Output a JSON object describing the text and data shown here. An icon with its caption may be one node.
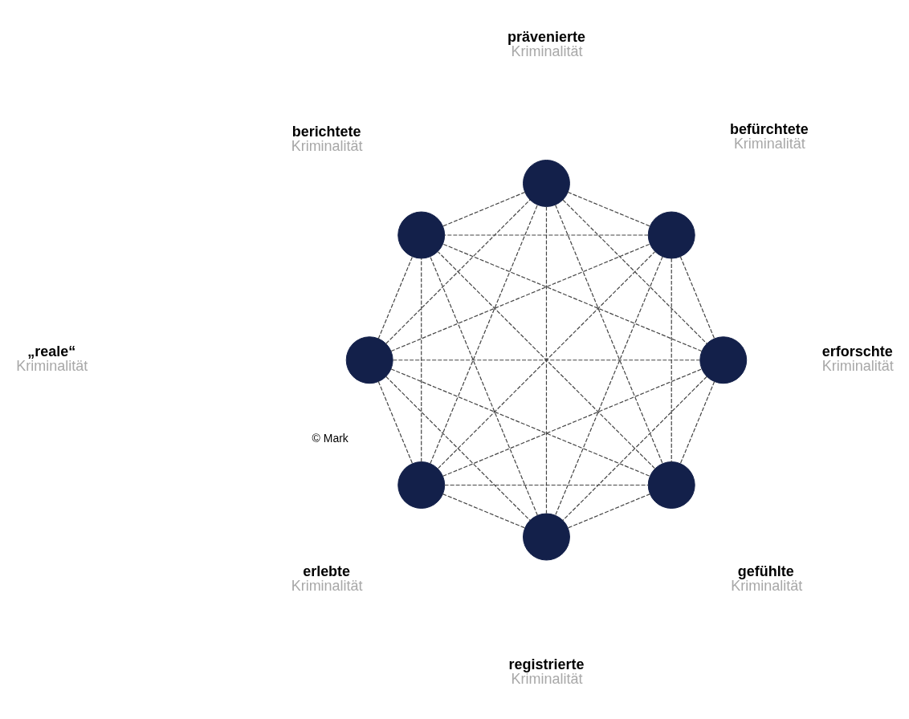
{
  "diagram": {
    "nodes": [
      {
        "text": [],
        "shape": "circle",
        "beside": [
          "„reale“",
          "Kriminalität"
        ]
      },
      {
        "text": [],
        "shape": "circle",
        "beside": [
          "erlebte",
          "Kriminalität"
        ]
      },
      {
        "text": [],
        "shape": "circle",
        "beside": [
          "prävenierte",
          "Kriminalität"
        ]
      },
      {
        "text": [],
        "shape": "circle",
        "beside": [
          "befürchtete",
          "Kriminalität"
        ]
      },
      {
        "text": [],
        "shape": "circle",
        "beside": [
          "erforschte",
          "Kriminalität"
        ]
      },
      {
        "text": [],
        "shape": "circle",
        "beside": [
          "gefühlte",
          "Kriminalität"
        ]
      },
      {
        "text": [],
        "shape": "circle",
        "beside": [
          "registrierte",
          "Kriminalität"
        ]
      },
      {
        "text": [],
        "shape": "circle",
        "beside": [
          "berichtete",
          "Kriminalität"
        ]
      }
    ],
    "edges": [
      {
        "from": 0,
        "to": 1,
        "arrow": "none",
        "style": "dashed"
      },
      {
        "from": 0,
        "to": 2,
        "arrow": "none",
        "style": "dashed"
      },
      {
        "from": 0,
        "to": 3,
        "arrow": "none",
        "style": "dashed"
      },
      {
        "from": 0,
        "to": 4,
        "arrow": "none",
        "style": "dashed"
      },
      {
        "from": 0,
        "to": 5,
        "arrow": "none",
        "style": "dashed"
      },
      {
        "from": 0,
        "to": 6,
        "arrow": "none",
        "style": "dashed"
      },
      {
        "from": 0,
        "to": 7,
        "arrow": "none",
        "style": "dashed"
      },
      {
        "from": 1,
        "to": 2,
        "arrow": "none",
        "style": "dashed"
      },
      {
        "from": 1,
        "to": 3,
        "arrow": "none",
        "style": "dashed"
      },
      {
        "from": 1,
        "to": 4,
        "arrow": "none",
        "style": "dashed"
      },
      {
        "from": 1,
        "to": 5,
        "arrow": "none",
        "style": "dashed"
      },
      {
        "from": 1,
        "to": 6,
        "arrow": "none",
        "style": "dashed"
      },
      {
        "from": 1,
        "to": 7,
        "arrow": "none",
        "style": "dashed"
      },
      {
        "from": 2,
        "to": 3,
        "arrow": "none",
        "style": "dashed"
      },
      {
        "from": 2,
        "to": 4,
        "arrow": "none",
        "style": "dashed"
      },
      {
        "from": 2,
        "to": 5,
        "arrow": "none",
        "style": "dashed"
      },
      {
        "from": 2,
        "to": 6,
        "arrow": "none",
        "style": "dashed"
      },
      {
        "from": 2,
        "to": 7,
        "arrow": "none",
        "style": "dashed"
      },
      {
        "from": 3,
        "to": 4,
        "arrow": "none",
        "style": "dashed"
      },
      {
        "from": 3,
        "to": 5,
        "arrow": "none",
        "style": "dashed"
      },
      {
        "from": 3,
        "to": 6,
        "arrow": "none",
        "style": "dashed"
      },
      {
        "from": 3,
        "to": 7,
        "arrow": "none",
        "style": "dashed"
      },
      {
        "from": 4,
        "to": 5,
        "arrow": "none",
        "style": "dashed"
      },
      {
        "from": 4,
        "to": 6,
        "arrow": "none",
        "style": "dashed"
      },
      {
        "from": 4,
        "to": 7,
        "arrow": "none",
        "style": "dashed"
      },
      {
        "from": 5,
        "to": 6,
        "arrow": "none",
        "style": "dashed"
      },
      {
        "from": 5,
        "to": 7,
        "arrow": "none",
        "style": "dashed"
      },
      {
        "from": 6,
        "to": 7,
        "arrow": "none",
        "style": "dashed"
      }
    ],
    "labels": [
      "© Mark"
    ]
  }
}
